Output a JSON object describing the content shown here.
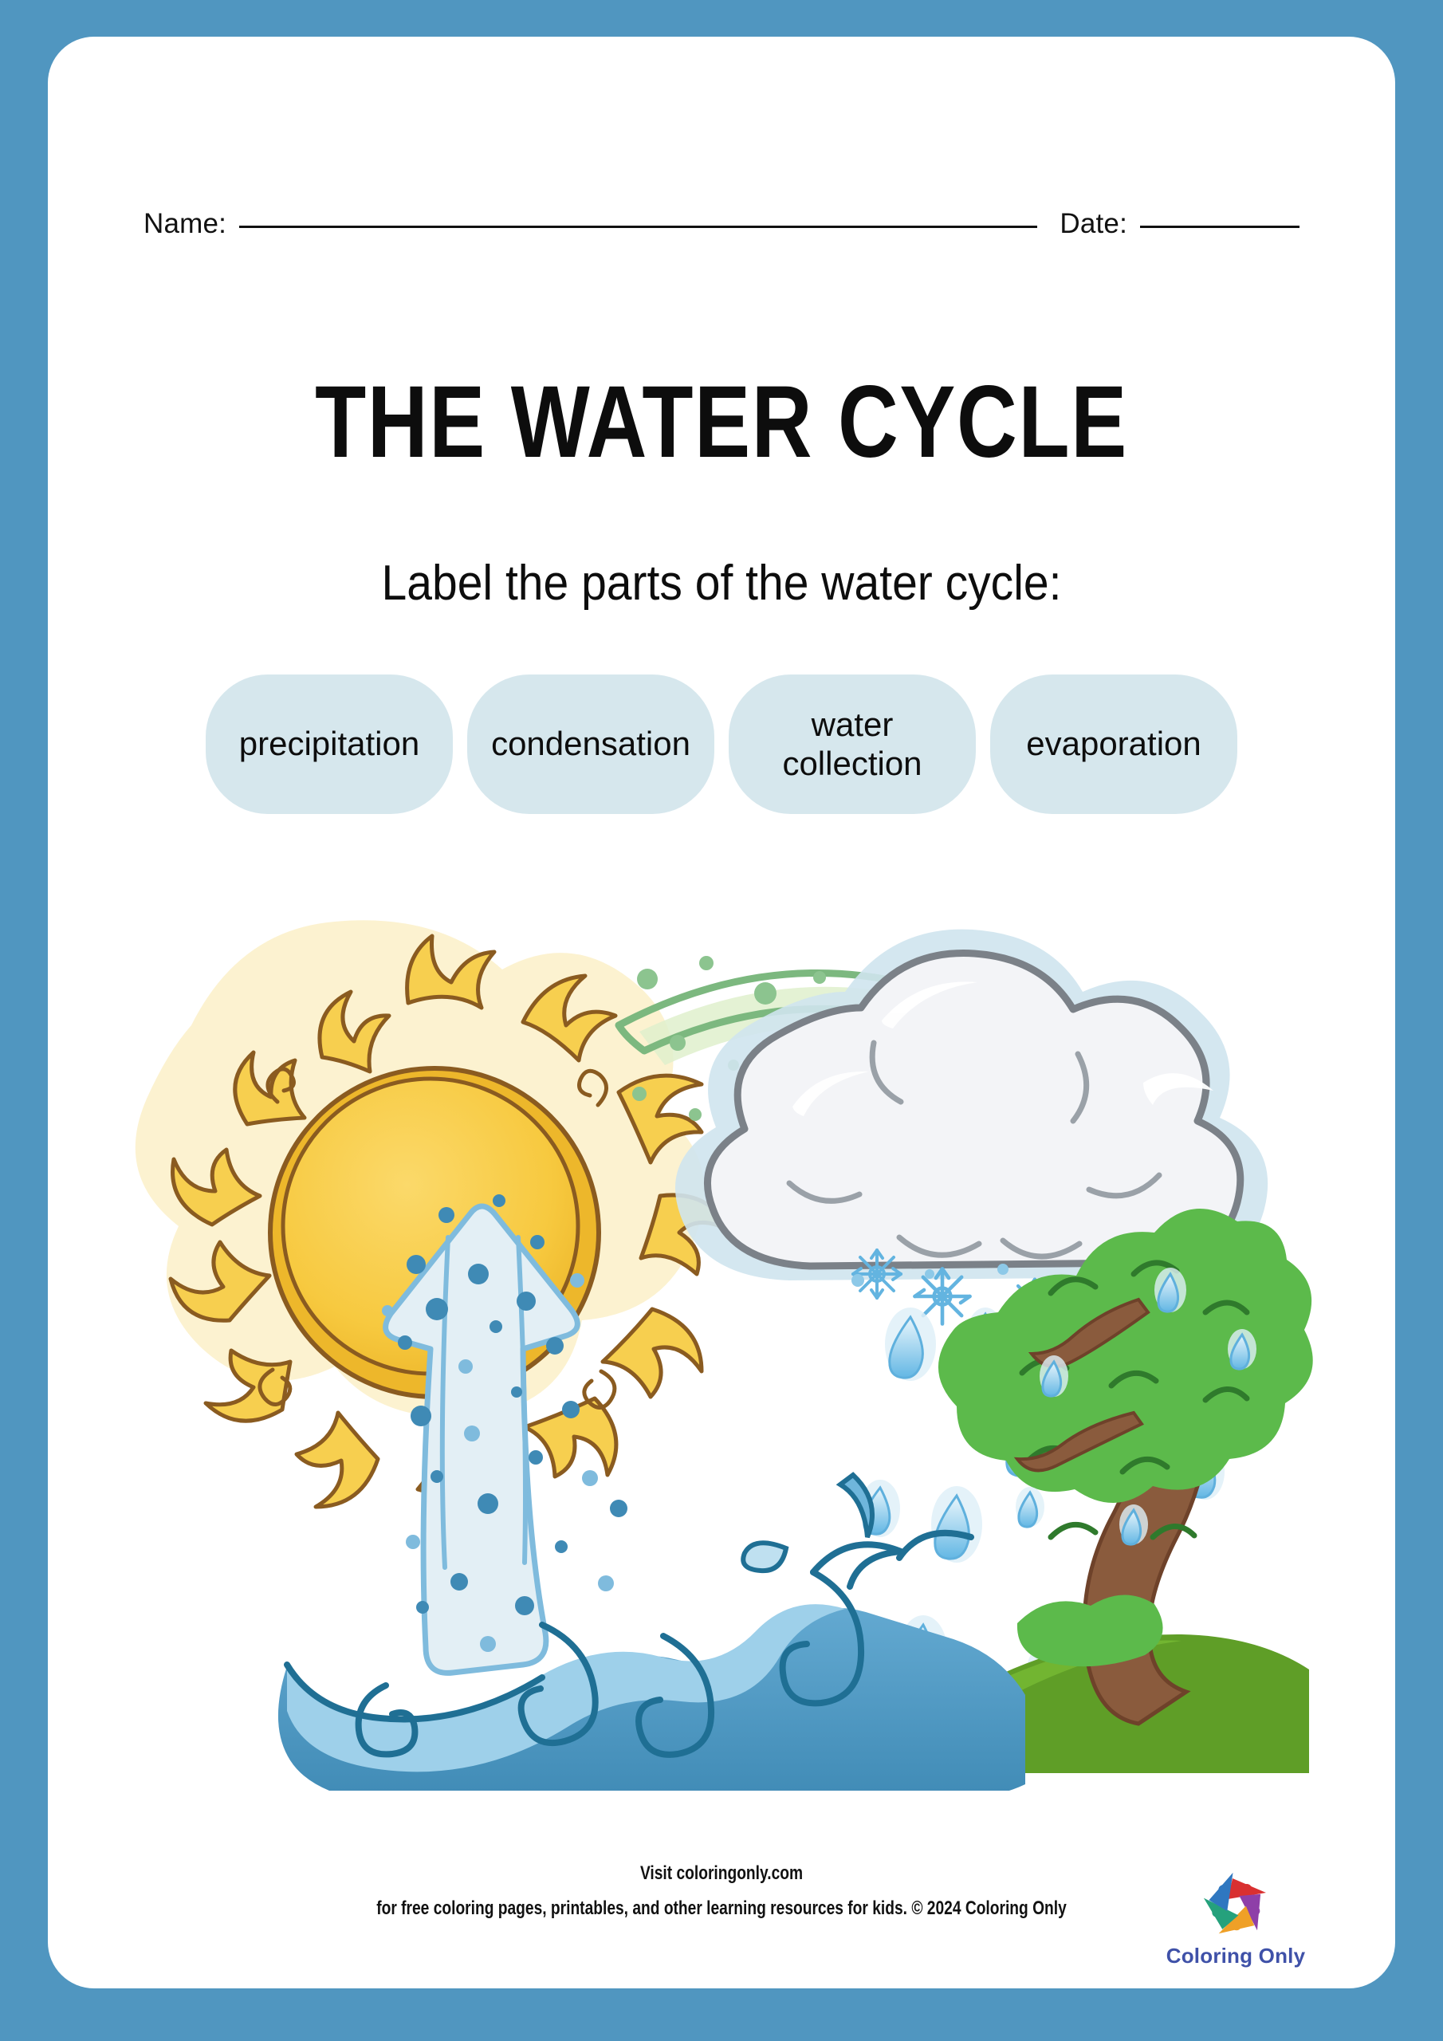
{
  "page": {
    "border_color": "#5096c0",
    "background_color": "#ffffff"
  },
  "meta": {
    "name_label": "Name:",
    "date_label": "Date:"
  },
  "header": {
    "title": "THE WATER CYCLE",
    "instruction": "Label the parts of the water cycle:"
  },
  "wordbank": {
    "pill_color": "#d6e7ed",
    "items": [
      {
        "label": "precipitation"
      },
      {
        "label": "condensation"
      },
      {
        "label": "water collection"
      },
      {
        "label": "evaporation"
      }
    ]
  },
  "illustration": {
    "caption": "water cycle diagram",
    "elements": [
      {
        "name": "sun",
        "color": "#f5cf4a"
      },
      {
        "name": "green-arrow",
        "color": "#7cb87f"
      },
      {
        "name": "cloud",
        "color": "#f2f3f6"
      },
      {
        "name": "precipitation-drops",
        "color": "#55aee0"
      },
      {
        "name": "snowflakes",
        "color": "#63b4e0"
      },
      {
        "name": "tree",
        "color": "#5cba4b"
      },
      {
        "name": "hill",
        "color": "#5f9e27"
      },
      {
        "name": "ocean-waves",
        "color": "#4f97c4"
      },
      {
        "name": "evaporation-arrow",
        "color": "#e3eff5"
      }
    ]
  },
  "footer": {
    "line1": "Visit coloringonly.com",
    "line2": "for free coloring pages, printables, and other learning resources for kids.",
    "copyright": "© 2024 Coloring Only"
  },
  "logo": {
    "text": "Coloring Only",
    "colors": [
      "#2f77c0",
      "#d93030",
      "#8e3fa8",
      "#efa027",
      "#25a17c"
    ]
  }
}
